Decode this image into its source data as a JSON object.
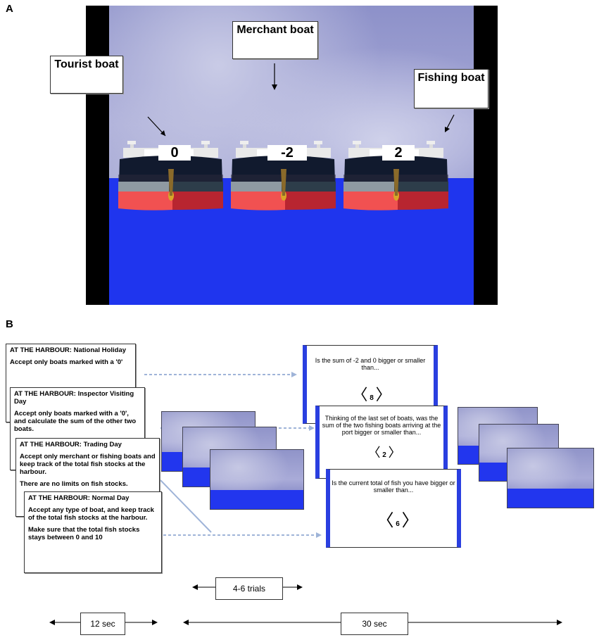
{
  "panel_a": {
    "letter": "A",
    "labels": {
      "tourist": "Tourist boat",
      "merchant": "Merchant boat",
      "fishing": "Fishing boat"
    },
    "boat_numbers": [
      "0",
      "-2",
      "2"
    ]
  },
  "panel_b": {
    "letter": "B",
    "instruction_cards": [
      {
        "title": "AT THE HARBOUR: National Holiday",
        "lines": [
          "Accept only boats marked with a '0'"
        ]
      },
      {
        "title": "AT THE HARBOUR: Inspector Visiting Day",
        "lines": [
          "Accept only boats marked with a '0', and calculate the sum of the other two boats."
        ]
      },
      {
        "title": "AT THE HARBOUR: Trading Day",
        "lines": [
          "Accept only merchant or fishing boats and keep track of the total fish stocks at the harbour.",
          "There are no limits on fish stocks."
        ]
      },
      {
        "title": "AT THE HARBOUR: Normal Day",
        "lines": [
          "Accept any type of boat, and keep track of the total fish stocks at the harbour.",
          "Make sure that the total fish stocks stays between 0 and 10"
        ]
      }
    ],
    "questions": [
      {
        "text": "Is the sum of -2 and 0 bigger or smaller than...",
        "value": "8"
      },
      {
        "text": "Thinking of the last set of boats, was the sum of the two fishing boats arriving at the port bigger or smaller than...",
        "value": "2"
      },
      {
        "text": "Is the current total of fish you have bigger or smaller than...",
        "value": "6"
      }
    ],
    "timeline": {
      "trials": "4-6 trials",
      "instruction_time": "12 sec",
      "block_time": "30 sec"
    }
  },
  "colors": {
    "sea": "#1f35ee",
    "sky": "#9a9dd0",
    "hull_red": "#ef4b4b",
    "hull_dark": "#111a2e",
    "arrow": "#9fb4d8"
  }
}
